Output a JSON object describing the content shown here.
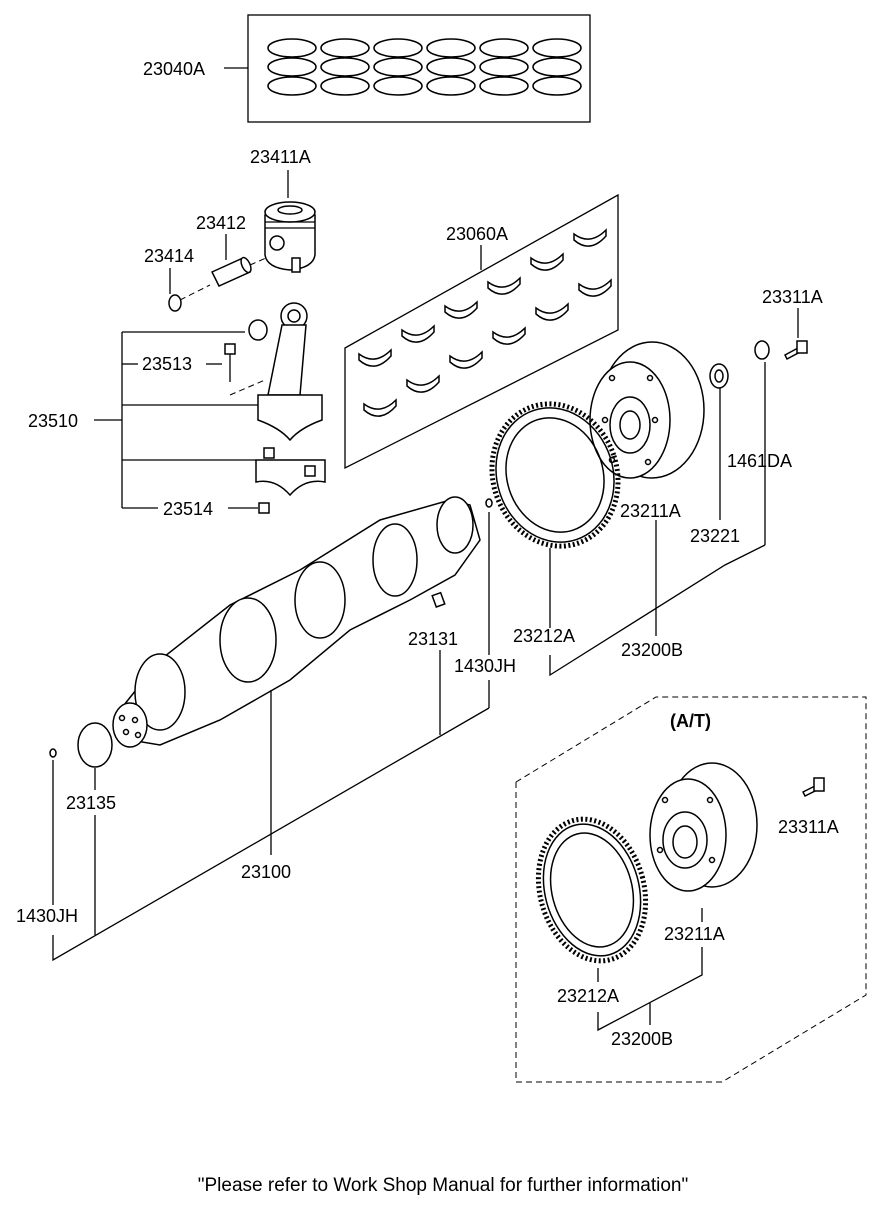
{
  "labels": {
    "rings": "23040A",
    "piston": "23411A",
    "pin": "23412",
    "snap_ring": "23414",
    "bolt": "23513",
    "conrod_assy": "23510",
    "nut": "23514",
    "bearings": "23060A",
    "bolt_flywheel": "23311A",
    "bushing": "1461DA",
    "flywheel": "23211A",
    "bearing_pilot": "23221",
    "ring_gear": "23212A",
    "flywheel_assy": "23200B",
    "key": "23131",
    "pin_dowel_top": "1430JH",
    "seal": "23135",
    "crankshaft": "23100",
    "pin_dowel_bottom": "1430JH",
    "at_title": "(A/T)",
    "at_bolt": "23311A",
    "at_drive_plate": "23211A",
    "at_ring_gear": "23212A",
    "at_assy": "23200B"
  },
  "footer": "\"Please refer to Work Shop Manual for further information\""
}
